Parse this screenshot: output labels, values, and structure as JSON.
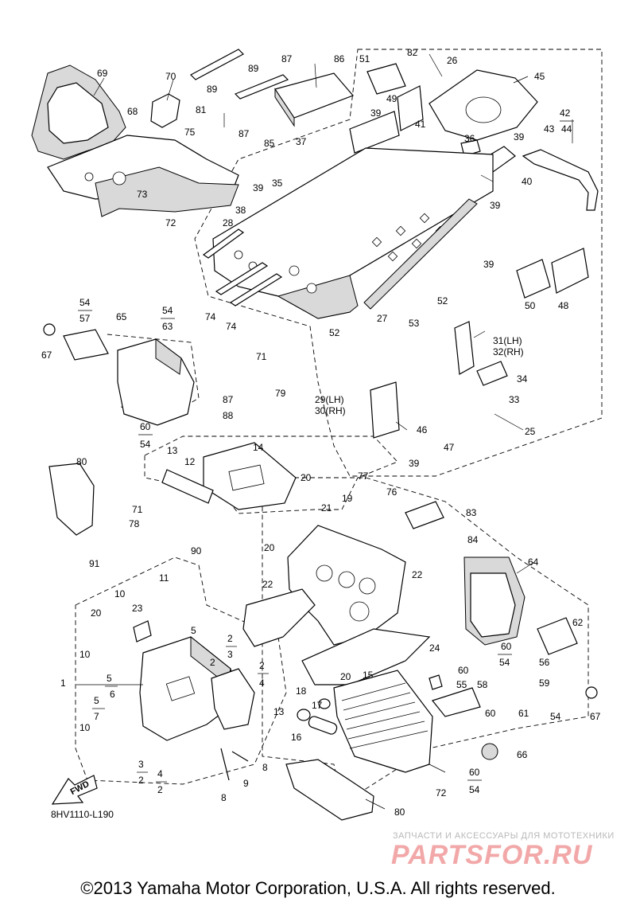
{
  "diagram": {
    "drawing_code": "8HV1110-L190",
    "fwd_label": "FWD",
    "watermark_subtitle": "ЗАПЧАСТИ И АКСЕССУАРЫ ДЛЯ МОТОТЕХНИКИ",
    "watermark_logo": "PARTSFOR.RU",
    "copyright": "©2013 Yamaha Motor Corporation, U.S.A. All rights reserved.",
    "callouts": [
      {
        "id": "c69",
        "label": "69"
      },
      {
        "id": "c70",
        "label": "70"
      },
      {
        "id": "c89a",
        "label": "89"
      },
      {
        "id": "c89b",
        "label": "89"
      },
      {
        "id": "c87a",
        "label": "87"
      },
      {
        "id": "c86",
        "label": "86"
      },
      {
        "id": "c51",
        "label": "51"
      },
      {
        "id": "c82",
        "label": "82"
      },
      {
        "id": "c26",
        "label": "26"
      },
      {
        "id": "c45",
        "label": "45"
      },
      {
        "id": "c68",
        "label": "68"
      },
      {
        "id": "c81",
        "label": "81"
      },
      {
        "id": "c75",
        "label": "75"
      },
      {
        "id": "c87b",
        "label": "87"
      },
      {
        "id": "c85",
        "label": "85"
      },
      {
        "id": "c37",
        "label": "37"
      },
      {
        "id": "c39a",
        "label": "39"
      },
      {
        "id": "c49",
        "label": "49"
      },
      {
        "id": "c41",
        "label": "41"
      },
      {
        "id": "c36",
        "label": "36"
      },
      {
        "id": "c42",
        "label": "42"
      },
      {
        "id": "c43",
        "label": "43"
      },
      {
        "id": "c44",
        "label": "44"
      },
      {
        "id": "c39b",
        "label": "39"
      },
      {
        "id": "c39c",
        "label": "39"
      },
      {
        "id": "c35",
        "label": "35"
      },
      {
        "id": "c73",
        "label": "73"
      },
      {
        "id": "c40",
        "label": "40"
      },
      {
        "id": "c38",
        "label": "38"
      },
      {
        "id": "c72a",
        "label": "72"
      },
      {
        "id": "c28",
        "label": "28"
      },
      {
        "id": "c39d",
        "label": "39"
      },
      {
        "id": "c39e",
        "label": "39"
      },
      {
        "id": "c50",
        "label": "50"
      },
      {
        "id": "c48",
        "label": "48"
      },
      {
        "id": "c52a",
        "label": "52"
      },
      {
        "id": "c74a",
        "label": "74"
      },
      {
        "id": "c74b",
        "label": "74"
      },
      {
        "id": "c27",
        "label": "27"
      },
      {
        "id": "c53",
        "label": "53"
      },
      {
        "id": "c54a",
        "label": "54"
      },
      {
        "id": "c57",
        "label": "57"
      },
      {
        "id": "c54b",
        "label": "54"
      },
      {
        "id": "c63",
        "label": "63"
      },
      {
        "id": "c65",
        "label": "65"
      },
      {
        "id": "c67a",
        "label": "67"
      },
      {
        "id": "c52b",
        "label": "52"
      },
      {
        "id": "c31",
        "label": "31(LH)"
      },
      {
        "id": "c32",
        "label": "32(RH)"
      },
      {
        "id": "c71a",
        "label": "71"
      },
      {
        "id": "c79",
        "label": "79"
      },
      {
        "id": "c34",
        "label": "34"
      },
      {
        "id": "c33",
        "label": "33"
      },
      {
        "id": "c87c",
        "label": "87"
      },
      {
        "id": "c29",
        "label": "29(LH)"
      },
      {
        "id": "c30",
        "label": "30(RH)"
      },
      {
        "id": "c88",
        "label": "88"
      },
      {
        "id": "c60a",
        "label": "60"
      },
      {
        "id": "c54c",
        "label": "54"
      },
      {
        "id": "c46",
        "label": "46"
      },
      {
        "id": "c47",
        "label": "47"
      },
      {
        "id": "c25",
        "label": "25"
      },
      {
        "id": "c39f",
        "label": "39"
      },
      {
        "id": "c14",
        "label": "14"
      },
      {
        "id": "c13a",
        "label": "13"
      },
      {
        "id": "c12",
        "label": "12"
      },
      {
        "id": "c80a",
        "label": "80"
      },
      {
        "id": "c20a",
        "label": "20"
      },
      {
        "id": "c77",
        "label": "77"
      },
      {
        "id": "c76",
        "label": "76"
      },
      {
        "id": "c83",
        "label": "83"
      },
      {
        "id": "c19",
        "label": "19"
      },
      {
        "id": "c21",
        "label": "21"
      },
      {
        "id": "c71b",
        "label": "71"
      },
      {
        "id": "c78",
        "label": "78"
      },
      {
        "id": "c84",
        "label": "84"
      },
      {
        "id": "c90",
        "label": "90"
      },
      {
        "id": "c20b",
        "label": "20"
      },
      {
        "id": "c64",
        "label": "64"
      },
      {
        "id": "c91",
        "label": "91"
      },
      {
        "id": "c11",
        "label": "11"
      },
      {
        "id": "c10a",
        "label": "10"
      },
      {
        "id": "c22a",
        "label": "22"
      },
      {
        "id": "c22b",
        "label": "22"
      },
      {
        "id": "c23",
        "label": "23"
      },
      {
        "id": "c20c",
        "label": "20"
      },
      {
        "id": "c62",
        "label": "62"
      },
      {
        "id": "c5a",
        "label": "5"
      },
      {
        "id": "c2a",
        "label": "2"
      },
      {
        "id": "c3a",
        "label": "3"
      },
      {
        "id": "c24",
        "label": "24"
      },
      {
        "id": "c10b",
        "label": "10"
      },
      {
        "id": "c60b",
        "label": "60"
      },
      {
        "id": "c54d",
        "label": "54"
      },
      {
        "id": "c56",
        "label": "56"
      },
      {
        "id": "c2b",
        "label": "2"
      },
      {
        "id": "c2c",
        "label": "2"
      },
      {
        "id": "c4a",
        "label": "4"
      },
      {
        "id": "c60c",
        "label": "60"
      },
      {
        "id": "c55",
        "label": "55"
      },
      {
        "id": "c58",
        "label": "58"
      },
      {
        "id": "c59",
        "label": "59"
      },
      {
        "id": "c1",
        "label": "1"
      },
      {
        "id": "c5b",
        "label": "5"
      },
      {
        "id": "c6",
        "label": "6"
      },
      {
        "id": "c20d",
        "label": "20"
      },
      {
        "id": "c15",
        "label": "15"
      },
      {
        "id": "c18",
        "label": "18"
      },
      {
        "id": "c17",
        "label": "17"
      },
      {
        "id": "c5c",
        "label": "5"
      },
      {
        "id": "c7",
        "label": "7"
      },
      {
        "id": "c13b",
        "label": "13"
      },
      {
        "id": "c60d",
        "label": "60"
      },
      {
        "id": "c61",
        "label": "61"
      },
      {
        "id": "c54e",
        "label": "54"
      },
      {
        "id": "c67b",
        "label": "67"
      },
      {
        "id": "c10c",
        "label": "10"
      },
      {
        "id": "c16",
        "label": "16"
      },
      {
        "id": "c8a",
        "label": "8"
      },
      {
        "id": "c66",
        "label": "66"
      },
      {
        "id": "c3b",
        "label": "3"
      },
      {
        "id": "c2d",
        "label": "2"
      },
      {
        "id": "c4b",
        "label": "4"
      },
      {
        "id": "c2e",
        "label": "2"
      },
      {
        "id": "c9",
        "label": "9"
      },
      {
        "id": "c60e",
        "label": "60"
      },
      {
        "id": "c54f",
        "label": "54"
      },
      {
        "id": "c72b",
        "label": "72"
      },
      {
        "id": "c8b",
        "label": "8"
      },
      {
        "id": "c80b",
        "label": "80"
      }
    ]
  }
}
